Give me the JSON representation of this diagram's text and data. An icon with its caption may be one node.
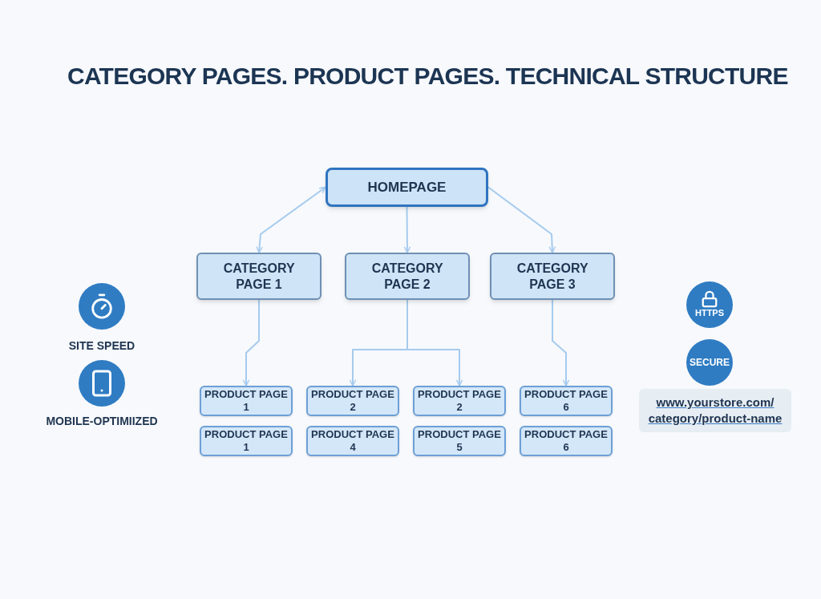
{
  "diagram": {
    "title": "CATEGORY PAGES. PRODUCT PAGES. TECHNICAL STRUCTURE",
    "nodes": [
      {
        "text": [
          "HOMEPAGE"
        ]
      },
      {
        "text": [
          "CATEGORY PAGE 1"
        ]
      },
      {
        "text": [
          "CATEGORY PAGE 2"
        ]
      },
      {
        "text": [
          "CATEGORY PAGE 3"
        ]
      },
      {
        "text": [
          "PRODUCT PAGE 1"
        ]
      },
      {
        "text": [
          "PRODUCT PAGE 2"
        ]
      },
      {
        "text": [
          "PRODUCT PAGE 2"
        ]
      },
      {
        "text": [
          "PRODUCT PAGE 6"
        ]
      },
      {
        "text": [
          "PRODUCT PAGE 1"
        ]
      },
      {
        "text": [
          "PRODUCT PAGE 4"
        ]
      },
      {
        "text": [
          "PRODUCT PAGE 5"
        ]
      },
      {
        "text": [
          "PRODUCT PAGE 6"
        ]
      },
      {
        "text": [
          "HTTPS"
        ]
      },
      {
        "text": [
          "SECURE"
        ]
      },
      {
        "text": [
          "www.yourstore.com/ category/product-name"
        ]
      }
    ],
    "edges": [
      {
        "from": 0,
        "to": 1,
        "arrow": "both"
      },
      {
        "from": 0,
        "to": 2,
        "arrow": "to"
      },
      {
        "from": 0,
        "to": 3,
        "arrow": "to"
      },
      {
        "from": 1,
        "to": 4,
        "arrow": "to"
      },
      {
        "from": 2,
        "to": 5,
        "arrow": "to"
      },
      {
        "from": 2,
        "to": 6,
        "arrow": "to"
      },
      {
        "from": 3,
        "to": 7,
        "arrow": "to"
      }
    ],
    "labels": [
      "SITE SPEED",
      "MOBILE-OPTIMIIZED"
    ]
  }
}
